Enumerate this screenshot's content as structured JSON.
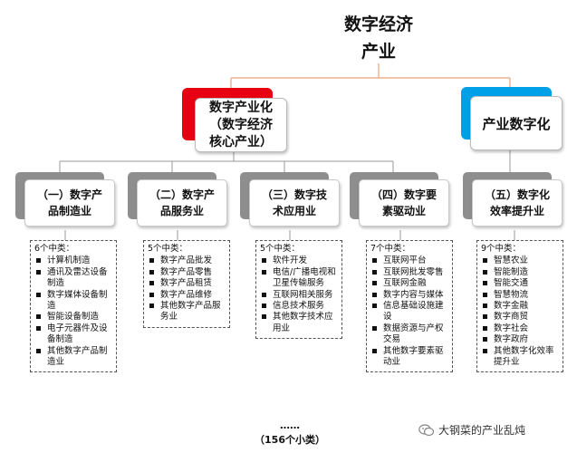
{
  "root": {
    "title_line1": "数字经济",
    "title_line2": "产业"
  },
  "level2": [
    {
      "lines": [
        "数字产业化",
        "（数字经济",
        "核心产业）"
      ],
      "accent": "#e60012"
    },
    {
      "lines": [
        "产业数字化"
      ],
      "accent": "#00a0e9"
    }
  ],
  "categories": [
    {
      "lines": [
        "（一）数字产",
        "品制造业"
      ],
      "count": "6个中类：",
      "items": [
        "计算机制造",
        "通讯及雷达设备制造",
        "数字媒体设备制造",
        "智能设备制造",
        "电子元器件及设备制造",
        "其他数字产品制造业"
      ]
    },
    {
      "lines": [
        "（二）数字产",
        "品服务业"
      ],
      "count": "5个中类：",
      "items": [
        "数字产品批发",
        "数字产品零售",
        "数字产品租赁",
        "数字产品维修",
        "其他数字产品服务业"
      ]
    },
    {
      "lines": [
        "（三）数字技",
        "术应用业"
      ],
      "count": "5个中类：",
      "items": [
        "软件开发",
        "电信/广播电视和卫星传输服务",
        "互联网相关服务",
        "信息技术服务",
        "其他数字技术应用业"
      ]
    },
    {
      "lines": [
        "（四）数字要",
        "素驱动业"
      ],
      "count": "7个中类：",
      "items": [
        "互联网平台",
        "互联网批发零售",
        "互联网金融",
        "数字内容与媒体",
        "信息基础设施建设",
        "数据资源与产权交易",
        "其他数字要素驱动业"
      ]
    },
    {
      "lines": [
        "（五）数字化",
        "效率提升业"
      ],
      "count": "9个中类：",
      "items": [
        "智慧农业",
        "智能制造",
        "智能交通",
        "智慧物流",
        "数字金融",
        "数字商贸",
        "数字社会",
        "数字政府",
        "其他数字化效率提升业"
      ]
    }
  ],
  "footer": {
    "ellipsis": "……",
    "total": "（156个小类）"
  },
  "watermark": {
    "icon": "wechat-icon",
    "text": "大钢菜的产业乱炖"
  },
  "colors": {
    "connector": "#e8a37a",
    "category_back": "#8e8e8e",
    "dashed_border": "#555555"
  }
}
